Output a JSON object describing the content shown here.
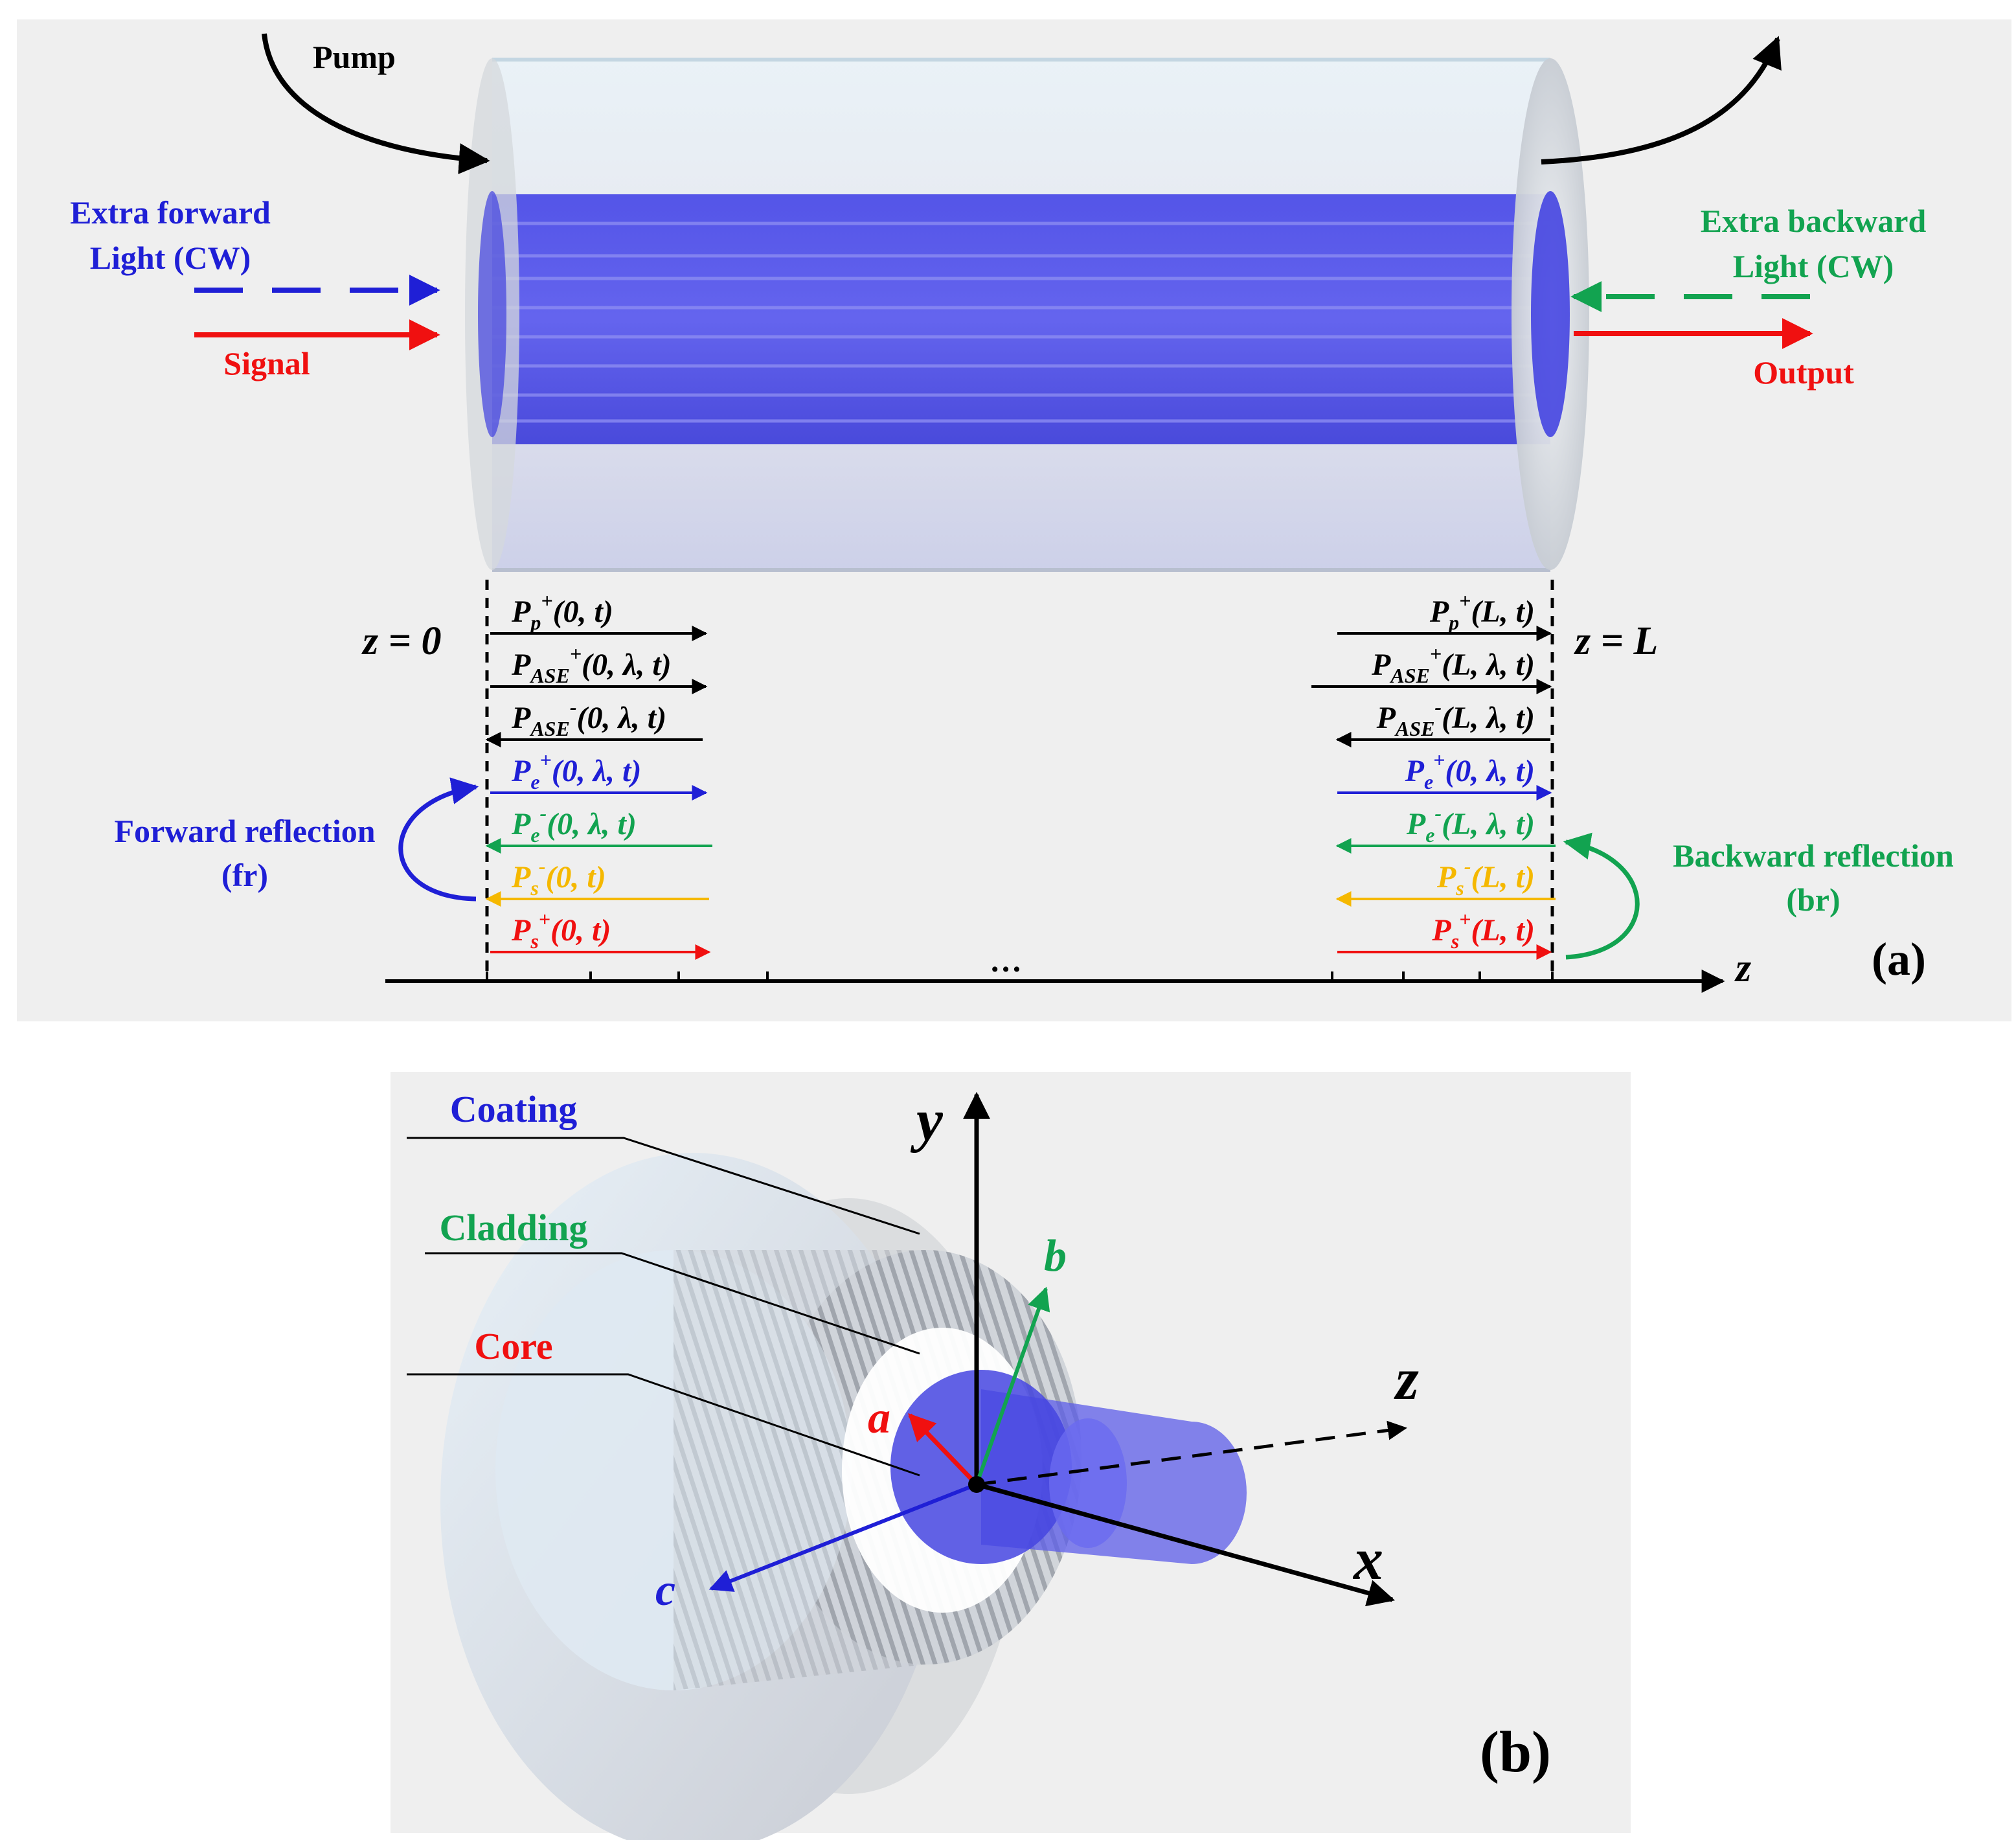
{
  "colors": {
    "black": "#000000",
    "blue": "#1f1fd6",
    "green": "#12a350",
    "red": "#f01010",
    "orange": "#f5b800",
    "panel_bg": "#efefef",
    "core_blue": "#4848e8"
  },
  "panel_a": {
    "pump": "Pump",
    "extra_forward": [
      "Extra forward",
      "Light (CW)"
    ],
    "signal": "Signal",
    "extra_backward": [
      "Extra backward",
      "Light (CW)"
    ],
    "output": "Output",
    "z0": "z = 0",
    "zL": "z = L",
    "z_axis": "z",
    "dots": "…",
    "panel_label": "(a)",
    "forward_reflection": [
      "Forward reflection",
      "(fr)"
    ],
    "backward_reflection": [
      "Backward reflection",
      "(br)"
    ],
    "left_terms": [
      {
        "main": "P",
        "sub": "p",
        "sup": "+",
        "args": "(0, t)",
        "color": "black",
        "dir": "right"
      },
      {
        "main": "P",
        "sub": "ASE",
        "sup": "+",
        "args": "(0, λ, t)",
        "color": "black",
        "dir": "right"
      },
      {
        "main": "P",
        "sub": "ASE",
        "sup": "-",
        "args": "(0, λ, t)",
        "color": "black",
        "dir": "left"
      },
      {
        "main": "P",
        "sub": "e",
        "sup": "+",
        "args": "(0, λ, t)",
        "color": "blue",
        "dir": "right"
      },
      {
        "main": "P",
        "sub": "e",
        "sup": "-",
        "args": "(0, λ, t)",
        "color": "green",
        "dir": "left"
      },
      {
        "main": "P",
        "sub": "s",
        "sup": "-",
        "args": "(0, t)",
        "color": "orange",
        "dir": "left"
      },
      {
        "main": "P",
        "sub": "s",
        "sup": "+",
        "args": "(0, t)",
        "color": "red",
        "dir": "right"
      }
    ],
    "right_terms": [
      {
        "main": "P",
        "sub": "p",
        "sup": "+",
        "args": "(L, t)",
        "color": "black",
        "dir": "right"
      },
      {
        "main": "P",
        "sub": "ASE",
        "sup": "+",
        "args": "(L, λ, t)",
        "color": "black",
        "dir": "right"
      },
      {
        "main": "P",
        "sub": "ASE",
        "sup": "-",
        "args": "(L, λ, t)",
        "color": "black",
        "dir": "left"
      },
      {
        "main": "P",
        "sub": "e",
        "sup": "+",
        "args": "(0, λ, t)",
        "color": "blue",
        "dir": "right"
      },
      {
        "main": "P",
        "sub": "e",
        "sup": "-",
        "args": "(L, λ, t)",
        "color": "green",
        "dir": "left"
      },
      {
        "main": "P",
        "sub": "s",
        "sup": "-",
        "args": "(L, t)",
        "color": "orange",
        "dir": "left"
      },
      {
        "main": "P",
        "sub": "s",
        "sup": "+",
        "args": "(L, t)",
        "color": "red",
        "dir": "right"
      }
    ]
  },
  "panel_b": {
    "coating": "Coating",
    "cladding": "Cladding",
    "core": "Core",
    "axis_y": "y",
    "axis_z": "z",
    "axis_x": "x",
    "axis_a": "a",
    "axis_b": "b",
    "axis_c": "c",
    "panel_label": "(b)"
  }
}
